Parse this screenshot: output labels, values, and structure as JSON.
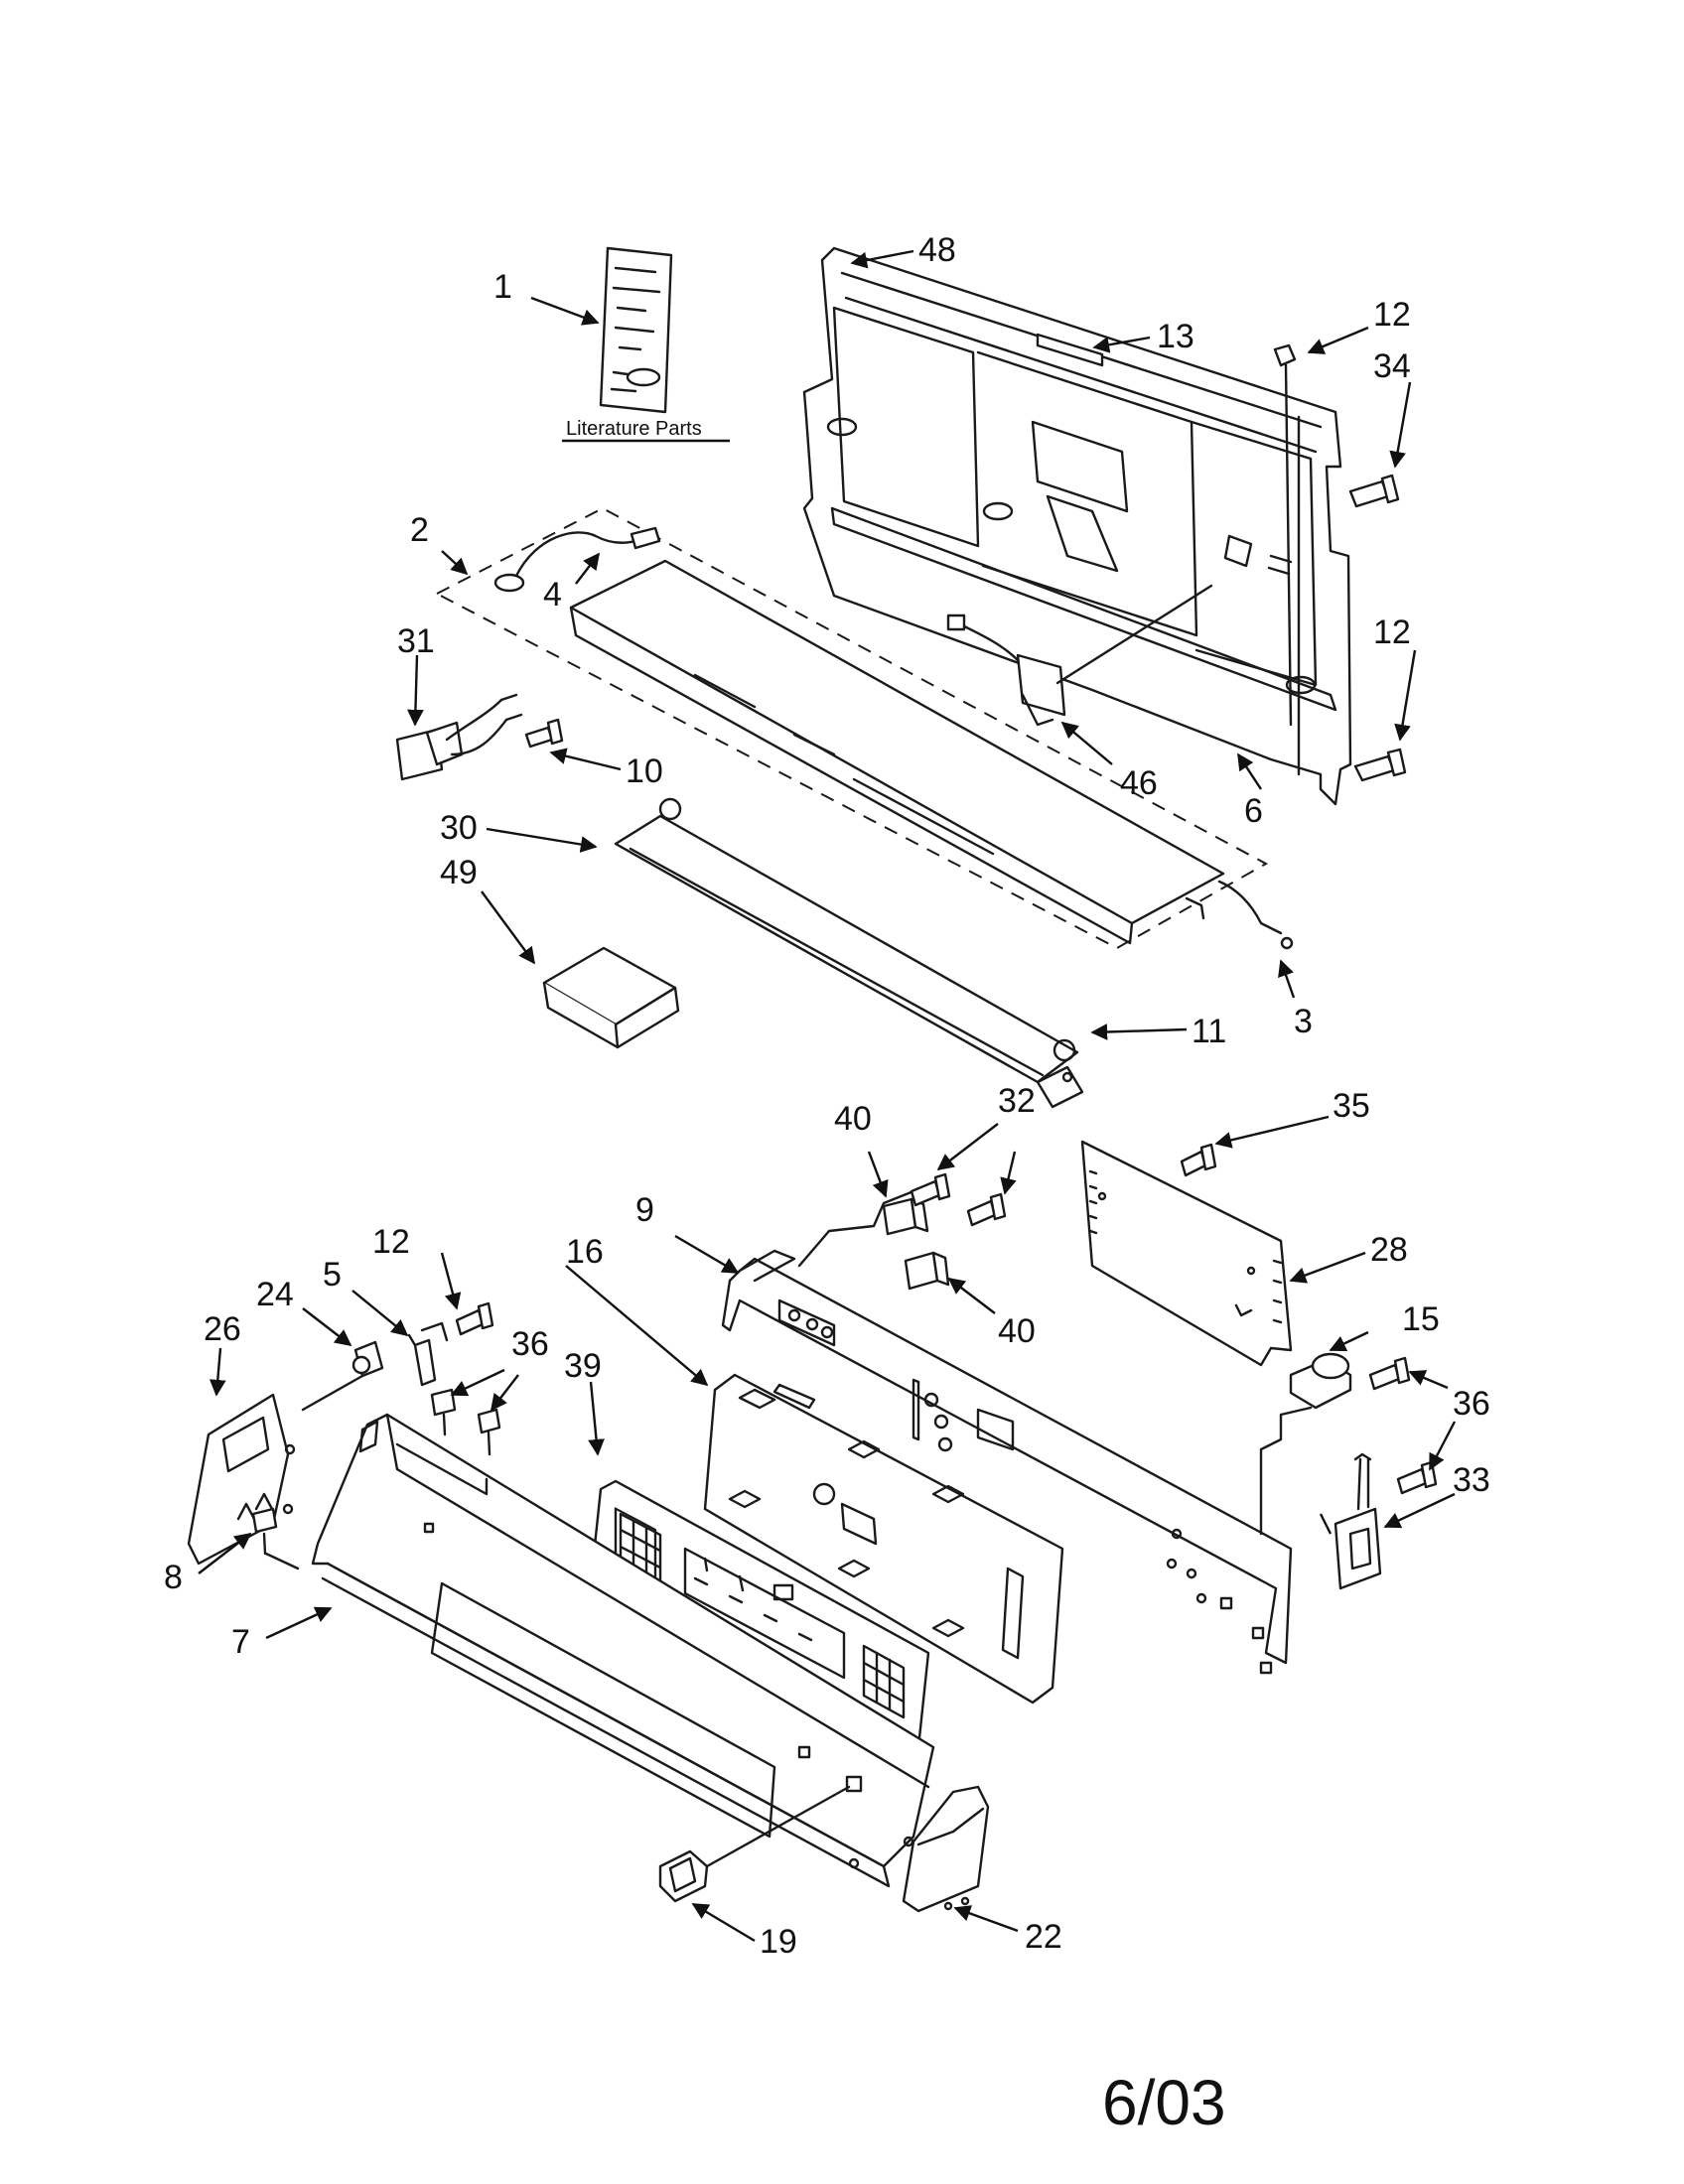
{
  "footer": {
    "date_code": "6/03"
  },
  "literature": {
    "label": "Literature Parts"
  },
  "callouts": {
    "c1": "1",
    "c48": "48",
    "c13": "13",
    "c12a": "12",
    "c34": "34",
    "c2": "2",
    "c4": "4",
    "c31": "31",
    "c10": "10",
    "c46": "46",
    "c12b": "12",
    "c6": "6",
    "c30": "30",
    "c49": "49",
    "c11": "11",
    "c3": "3",
    "c40a": "40",
    "c32": "32",
    "c35": "35",
    "c9": "9",
    "c28": "28",
    "c12c": "12",
    "c16": "16",
    "c40b": "40",
    "c5": "5",
    "c24": "24",
    "c26": "26",
    "c36a": "36",
    "c39": "39",
    "c15": "15",
    "c36b": "36",
    "c33": "33",
    "c8": "8",
    "c7": "7",
    "c19": "19",
    "c22": "22"
  },
  "colors": {
    "line": "#1a1a1a",
    "background": "#ffffff"
  }
}
